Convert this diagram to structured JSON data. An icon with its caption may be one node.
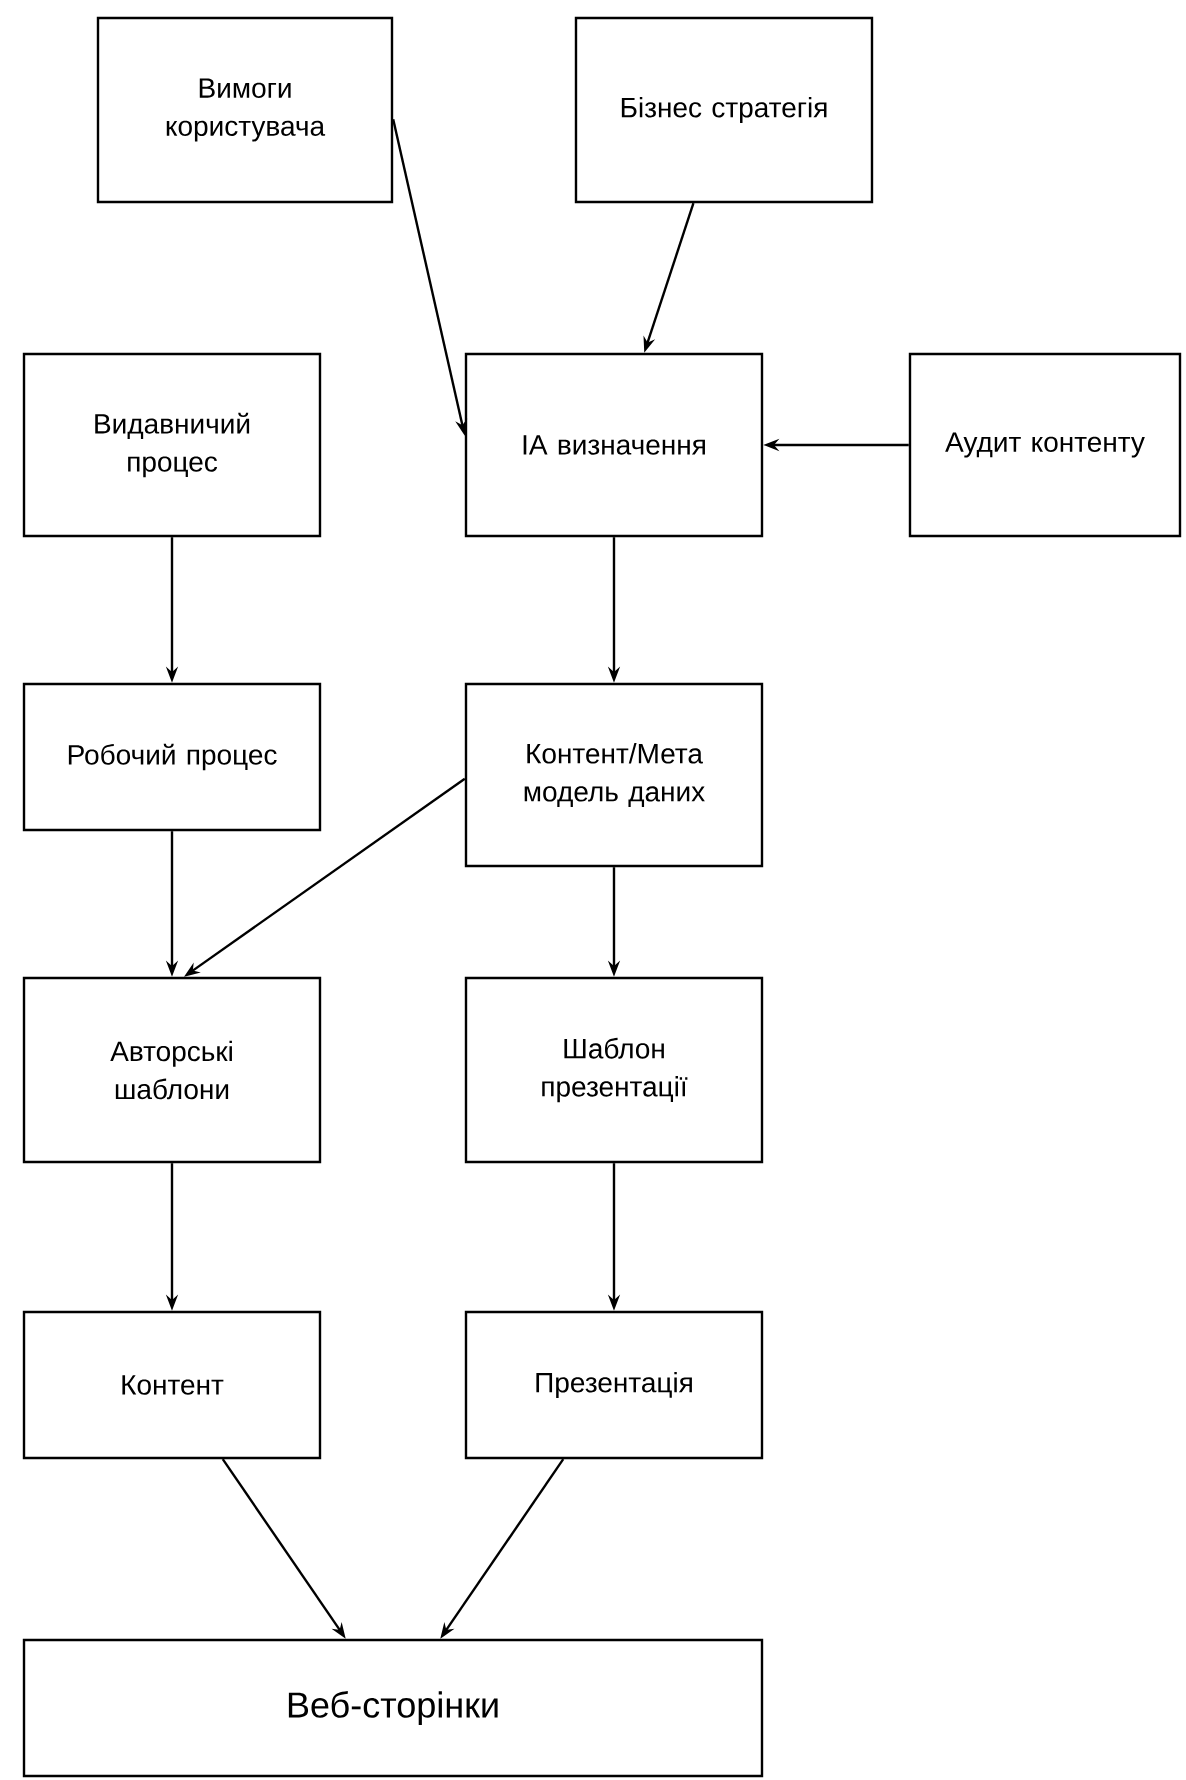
{
  "diagram": {
    "nodes": [
      {
        "text": [
          "Вимоги користувача"
        ]
      },
      {
        "text": [
          "Бізнес стратегія"
        ]
      },
      {
        "text": [
          "Видавничий процес"
        ]
      },
      {
        "text": [
          "IA визначення"
        ]
      },
      {
        "text": [
          "Аудит контенту"
        ]
      },
      {
        "text": [
          "Робочий процес"
        ]
      },
      {
        "text": [
          "Контент/Мета модель даних"
        ]
      },
      {
        "text": [
          "Авторські шаблони"
        ]
      },
      {
        "text": [
          "Шаблон презентації"
        ]
      },
      {
        "text": [
          "Контент"
        ]
      },
      {
        "text": [
          "Презентація"
        ]
      },
      {
        "text": [
          "Веб-сторінки"
        ]
      }
    ],
    "edges": [
      {
        "from": 0,
        "to": 3,
        "arrow": "to"
      },
      {
        "from": 1,
        "to": 3,
        "arrow": "to"
      },
      {
        "from": 4,
        "to": 3,
        "arrow": "to"
      },
      {
        "from": 2,
        "to": 5,
        "arrow": "to"
      },
      {
        "from": 3,
        "to": 6,
        "arrow": "to"
      },
      {
        "from": 6,
        "to": 7,
        "arrow": "to"
      },
      {
        "from": 5,
        "to": 7,
        "arrow": "to"
      },
      {
        "from": 6,
        "to": 8,
        "arrow": "to"
      },
      {
        "from": 7,
        "to": 9,
        "arrow": "to"
      },
      {
        "from": 8,
        "to": 10,
        "arrow": "to"
      },
      {
        "from": 9,
        "to": 11,
        "arrow": "to"
      },
      {
        "from": 10,
        "to": 11,
        "arrow": "to"
      }
    ]
  }
}
